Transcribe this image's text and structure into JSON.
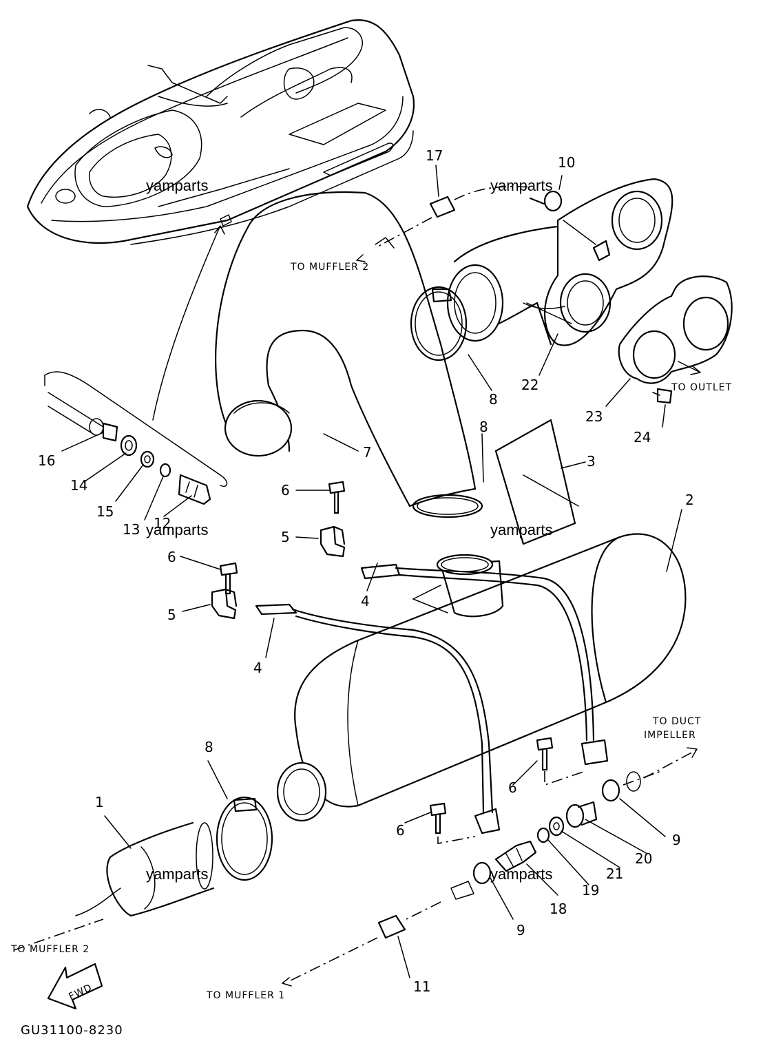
{
  "diagram": {
    "part_numbers": {
      "p1": "1",
      "p2": "2",
      "p3": "3",
      "p4a": "4",
      "p4b": "4",
      "p5a": "5",
      "p5b": "5",
      "p6a": "6",
      "p6b": "6",
      "p6c": "6",
      "p6d": "6",
      "p7": "7",
      "p8a": "8",
      "p8b": "8",
      "p8c": "8",
      "p9a": "9",
      "p9b": "9",
      "p10": "10",
      "p11": "11",
      "p12": "12",
      "p13": "13",
      "p14": "14",
      "p15": "15",
      "p16": "16",
      "p17": "17",
      "p18": "18",
      "p19": "19",
      "p20": "20",
      "p21": "21",
      "p22": "22",
      "p23": "23",
      "p24": "24"
    },
    "callouts": {
      "to_muffler_2_top": "TO MUFFLER 2",
      "to_outlet": "TO OUTLET",
      "to_duct": "TO DUCT",
      "impeller": "IMPELLER",
      "to_muffler_2_bottom": "TO MUFFLER 2",
      "to_muffler_1": "TO MUFFLER 1",
      "fwd": "FWD"
    },
    "watermark": "yamparts",
    "drawing_code": "GU31100-8230"
  }
}
